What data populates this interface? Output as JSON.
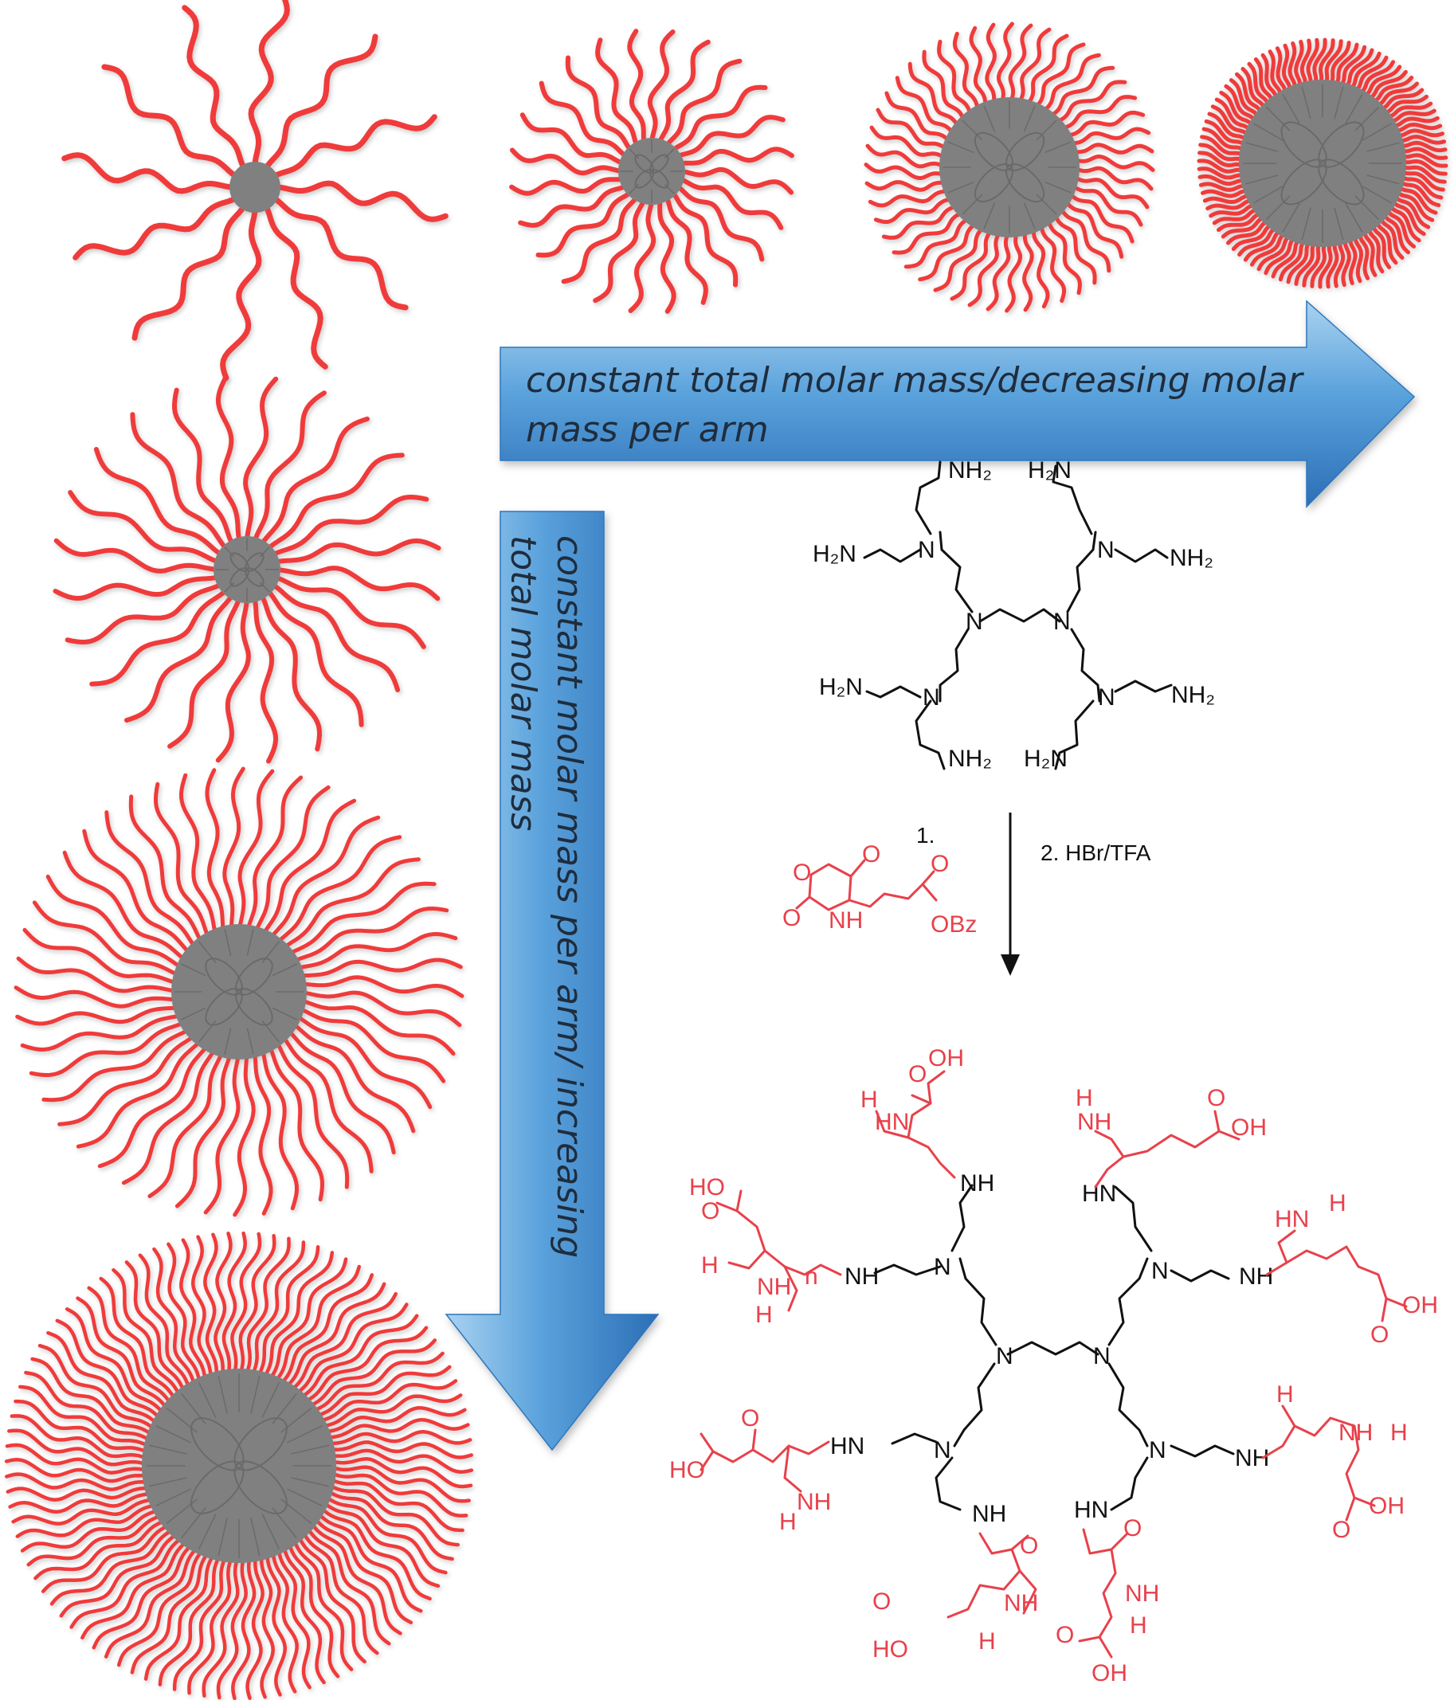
{
  "colors": {
    "arm": "#ef3b3b",
    "core": "#808080",
    "core_line": "#6a6a6a",
    "arrow_top": "#8fc3ea",
    "arrow_mid": "#4f9ad8",
    "arrow_bottom": "#2f76bd",
    "arrow_text": "#1f2d3d",
    "reagent_red": "#e8414b",
    "ink": "#111111"
  },
  "arrows": {
    "horizontal_line1": "constant total molar mass/decreasing molar",
    "horizontal_line2": "mass per arm",
    "vertical_line1": "constant molar mass per arm/ increasing",
    "vertical_line2": "total molar mass"
  },
  "stars_row": [
    {
      "arms": 12,
      "wiggles": 5,
      "shape": "sparse"
    },
    {
      "arms": 24,
      "wiggles": 4,
      "shape": "medium"
    },
    {
      "arms": 48,
      "wiggles": 4,
      "shape": "dense"
    },
    {
      "arms": 96,
      "wiggles": 3,
      "shape": "very-dense"
    }
  ],
  "stars_column": [
    {
      "arms": 24,
      "wiggles": 4
    },
    {
      "arms": 48,
      "wiggles": 4
    },
    {
      "arms": 96,
      "wiggles": 5
    }
  ],
  "dendrimer": {
    "labels": {
      "nh2": "NH₂",
      "h2n": "H₂N",
      "n": "N"
    }
  },
  "reaction": {
    "step1": "1.",
    "step2": "2. HBr/TFA",
    "monomer_nh": "NH",
    "monomer_obz": "OBz",
    "monomer_o": "O"
  },
  "product": {
    "labels": {
      "oh": "OH",
      "ho": "HO",
      "o": "O",
      "nh": "NH",
      "hn": "HN",
      "h": "H",
      "n": "N",
      "sub_n": "n"
    }
  }
}
